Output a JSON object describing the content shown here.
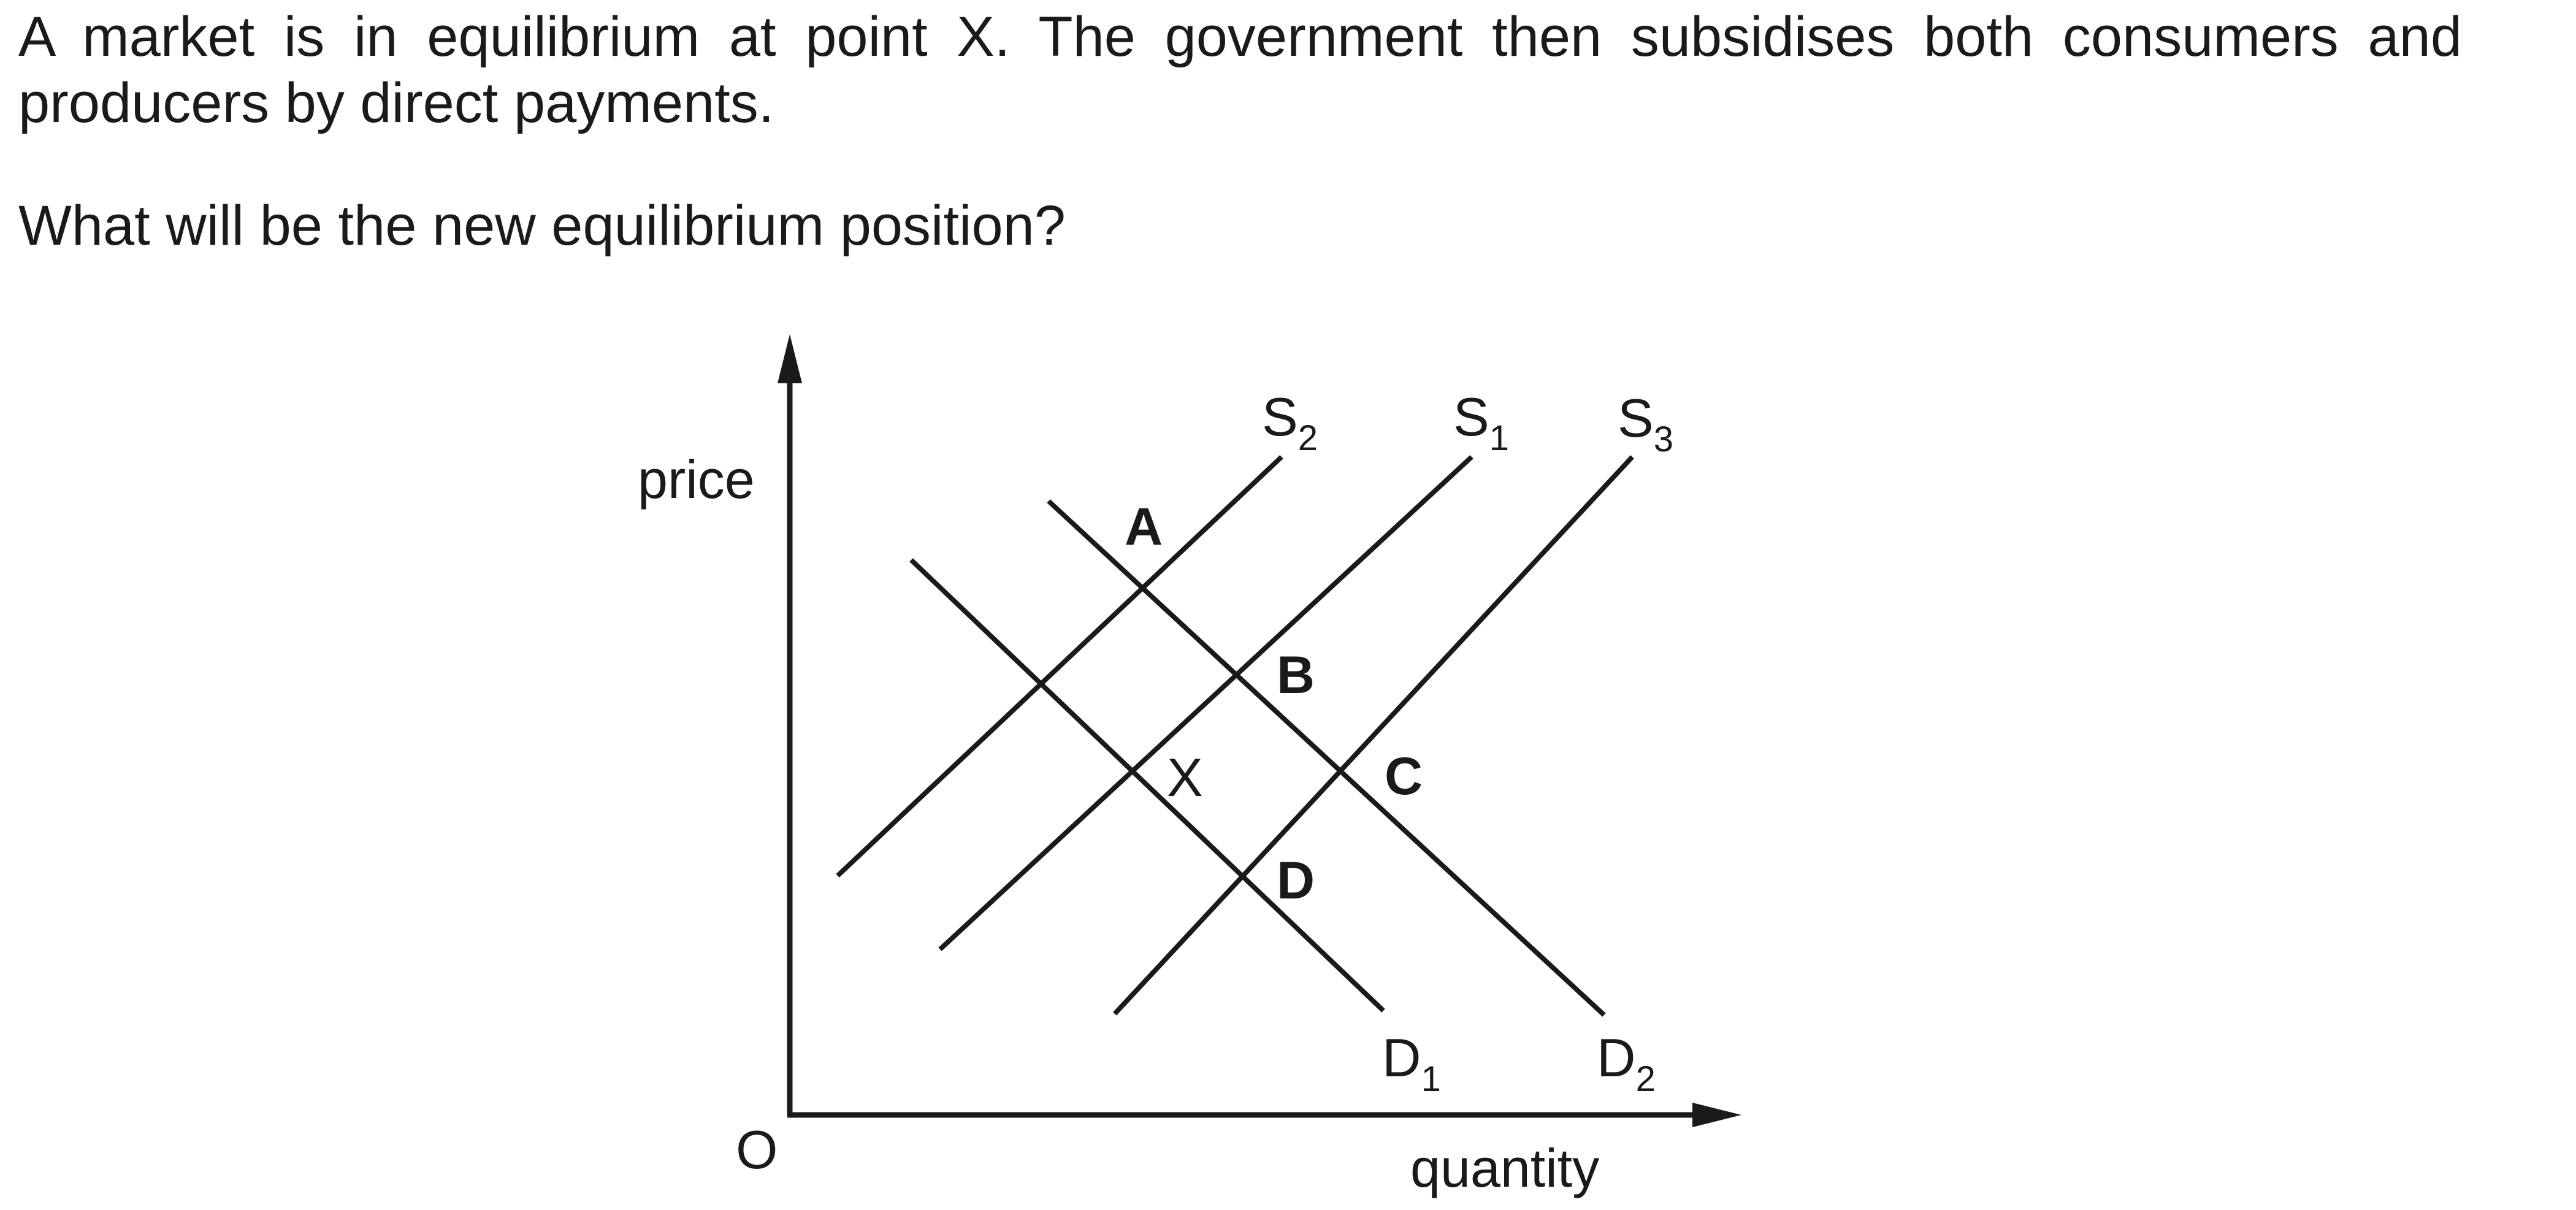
{
  "question": {
    "line1": "A market is in equilibrium at point X. The government then subsidises both consumers and",
    "line2": "producers by direct payments.",
    "prompt": "What will be the new equilibrium position?"
  },
  "diagram": {
    "y_axis_label": "price",
    "x_axis_label": "quantity",
    "origin_label": "O",
    "curves": {
      "S2": {
        "letter": "S",
        "sub": "2"
      },
      "S1": {
        "letter": "S",
        "sub": "1"
      },
      "S3": {
        "letter": "S",
        "sub": "3"
      },
      "D1": {
        "letter": "D",
        "sub": "1"
      },
      "D2": {
        "letter": "D",
        "sub": "2"
      }
    },
    "points": {
      "A": "A",
      "B": "B",
      "C": "C",
      "D": "D",
      "X": "X"
    }
  }
}
